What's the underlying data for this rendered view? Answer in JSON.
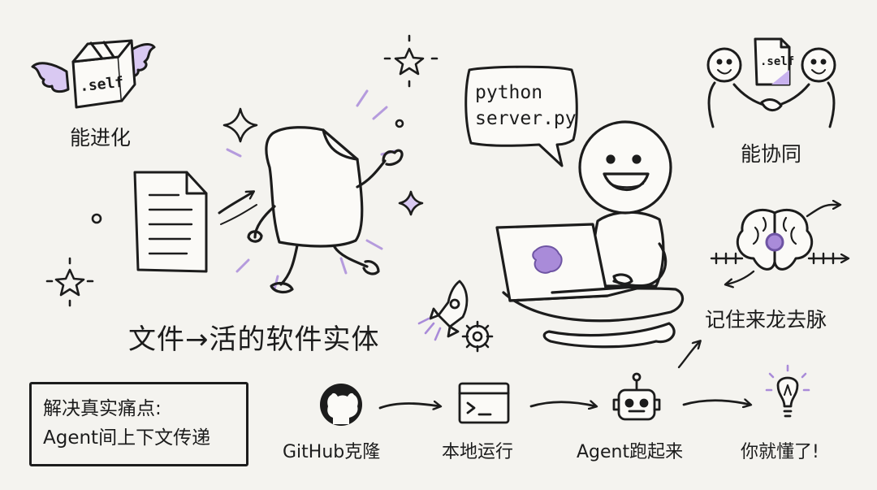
{
  "labels": {
    "evolve": "能进化",
    "collaborate": "能协同",
    "remember": "记住来龙去脉",
    "main": "文件→活的软件实体"
  },
  "bubble": {
    "line1": "python",
    "line2": "server.py"
  },
  "tags": {
    "box_self": ".self",
    "doc_self": ".self"
  },
  "pain_point": {
    "line1": "解决真实痛点:",
    "line2": "Agent间上下文传递"
  },
  "flow": [
    {
      "label": "GitHub克隆",
      "icon": "github-icon"
    },
    {
      "label": "本地运行",
      "icon": "terminal-window-icon"
    },
    {
      "label": "Agent跑起来",
      "icon": "robot-icon"
    },
    {
      "label": "你就懂了!",
      "icon": "lightbulb-icon"
    }
  ],
  "colors": {
    "accent": "#a98bd9",
    "accent_light": "#d9c9f2",
    "ink": "#1c1c1c",
    "background": "#f4f3ef"
  }
}
